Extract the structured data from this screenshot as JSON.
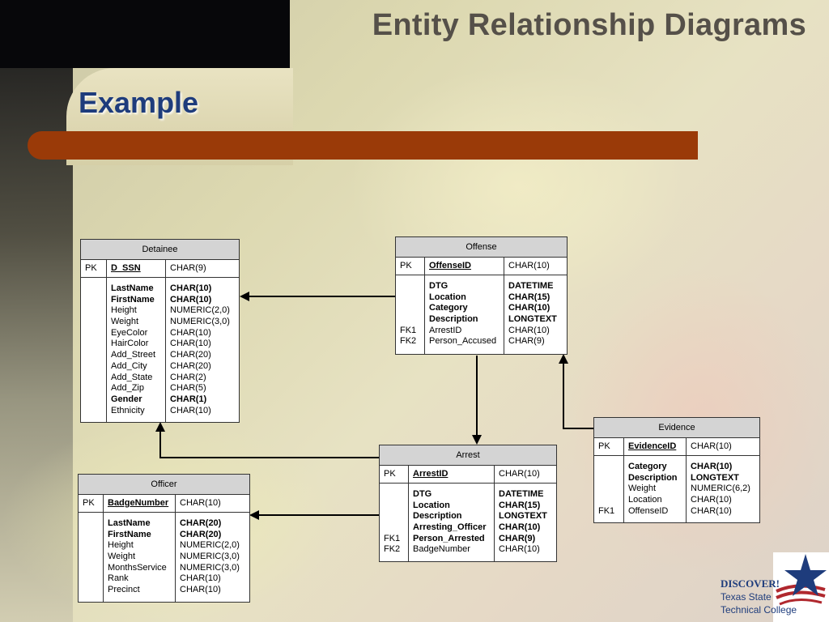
{
  "slide": {
    "title": "Entity Relationship Diagrams",
    "subtitle": "Example"
  },
  "entities": {
    "detainee": {
      "name": "Detainee",
      "pk": {
        "key": "PK",
        "field": "D_SSN",
        "type": "CHAR(9)"
      },
      "keys": [
        "",
        "",
        "",
        "",
        "",
        "",
        "",
        "",
        "",
        "",
        "",
        "",
        ""
      ],
      "fields": [
        "LastName",
        "FirstName",
        "Height",
        "Weight",
        "EyeColor",
        "HairColor",
        "Add_Street",
        "Add_City",
        "Add_State",
        "Add_Zip",
        "Gender",
        "Ethnicity"
      ],
      "types": [
        "CHAR(10)",
        "CHAR(10)",
        "NUMERIC(2,0)",
        "NUMERIC(3,0)",
        "CHAR(10)",
        "CHAR(10)",
        "CHAR(20)",
        "CHAR(20)",
        "CHAR(2)",
        "CHAR(5)",
        "CHAR(1)",
        "CHAR(10)"
      ],
      "bold": [
        true,
        true,
        false,
        false,
        false,
        false,
        false,
        false,
        false,
        false,
        true,
        false
      ]
    },
    "offense": {
      "name": "Offense",
      "pk": {
        "key": "PK",
        "field": "OffenseID",
        "type": "CHAR(10)"
      },
      "keys": [
        "",
        "",
        "",
        "",
        "FK1",
        "FK2"
      ],
      "fields": [
        "DTG",
        "Location",
        "Category",
        "Description",
        "ArrestID",
        "Person_Accused"
      ],
      "types": [
        "DATETIME",
        "CHAR(15)",
        "CHAR(10)",
        "LONGTEXT",
        "CHAR(10)",
        "CHAR(9)"
      ],
      "bold": [
        true,
        true,
        true,
        true,
        false,
        false
      ]
    },
    "evidence": {
      "name": "Evidence",
      "pk": {
        "key": "PK",
        "field": "EvidenceID",
        "type": "CHAR(10)"
      },
      "keys": [
        "",
        "",
        "",
        "",
        "FK1"
      ],
      "fields": [
        "Category",
        "Description",
        "Weight",
        "Location",
        "OffenseID"
      ],
      "types": [
        "CHAR(10)",
        "LONGTEXT",
        "NUMERIC(6,2)",
        "CHAR(10)",
        "CHAR(10)"
      ],
      "bold": [
        true,
        true,
        false,
        false,
        false
      ]
    },
    "arrest": {
      "name": "Arrest",
      "pk": {
        "key": "PK",
        "field": "ArrestID",
        "type": "CHAR(10)"
      },
      "keys": [
        "",
        "",
        "",
        "",
        "FK1",
        "FK2"
      ],
      "fields": [
        "DTG",
        "Location",
        "Description",
        "Arresting_Officer",
        "Person_Arrested",
        "BadgeNumber"
      ],
      "types": [
        "DATETIME",
        "CHAR(15)",
        "LONGTEXT",
        "CHAR(10)",
        "CHAR(9)",
        "CHAR(10)"
      ],
      "bold": [
        true,
        true,
        true,
        true,
        true,
        false
      ]
    },
    "officer": {
      "name": "Officer",
      "pk": {
        "key": "PK",
        "field": "BadgeNumber",
        "type": "CHAR(10)"
      },
      "keys": [
        "",
        "",
        "",
        "",
        "",
        "",
        ""
      ],
      "fields": [
        "LastName",
        "FirstName",
        "Height",
        "Weight",
        "MonthsService",
        "Rank",
        "Precinct"
      ],
      "types": [
        "CHAR(20)",
        "CHAR(20)",
        "NUMERIC(2,0)",
        "NUMERIC(3,0)",
        "NUMERIC(3,0)",
        "CHAR(10)",
        "CHAR(10)"
      ],
      "bold": [
        true,
        true,
        false,
        false,
        false,
        false,
        false
      ]
    }
  },
  "logo": {
    "discover": "DISCOVER!",
    "line1": "Texas State",
    "line2": "Technical College",
    "colors": {
      "navy": "#1e3c7c",
      "red": "#b0282e"
    }
  },
  "colors": {
    "title": "#555049",
    "subtitle": "#1e3c7c",
    "bar": "#9a3a08",
    "table_header": "#d4d4d4"
  }
}
